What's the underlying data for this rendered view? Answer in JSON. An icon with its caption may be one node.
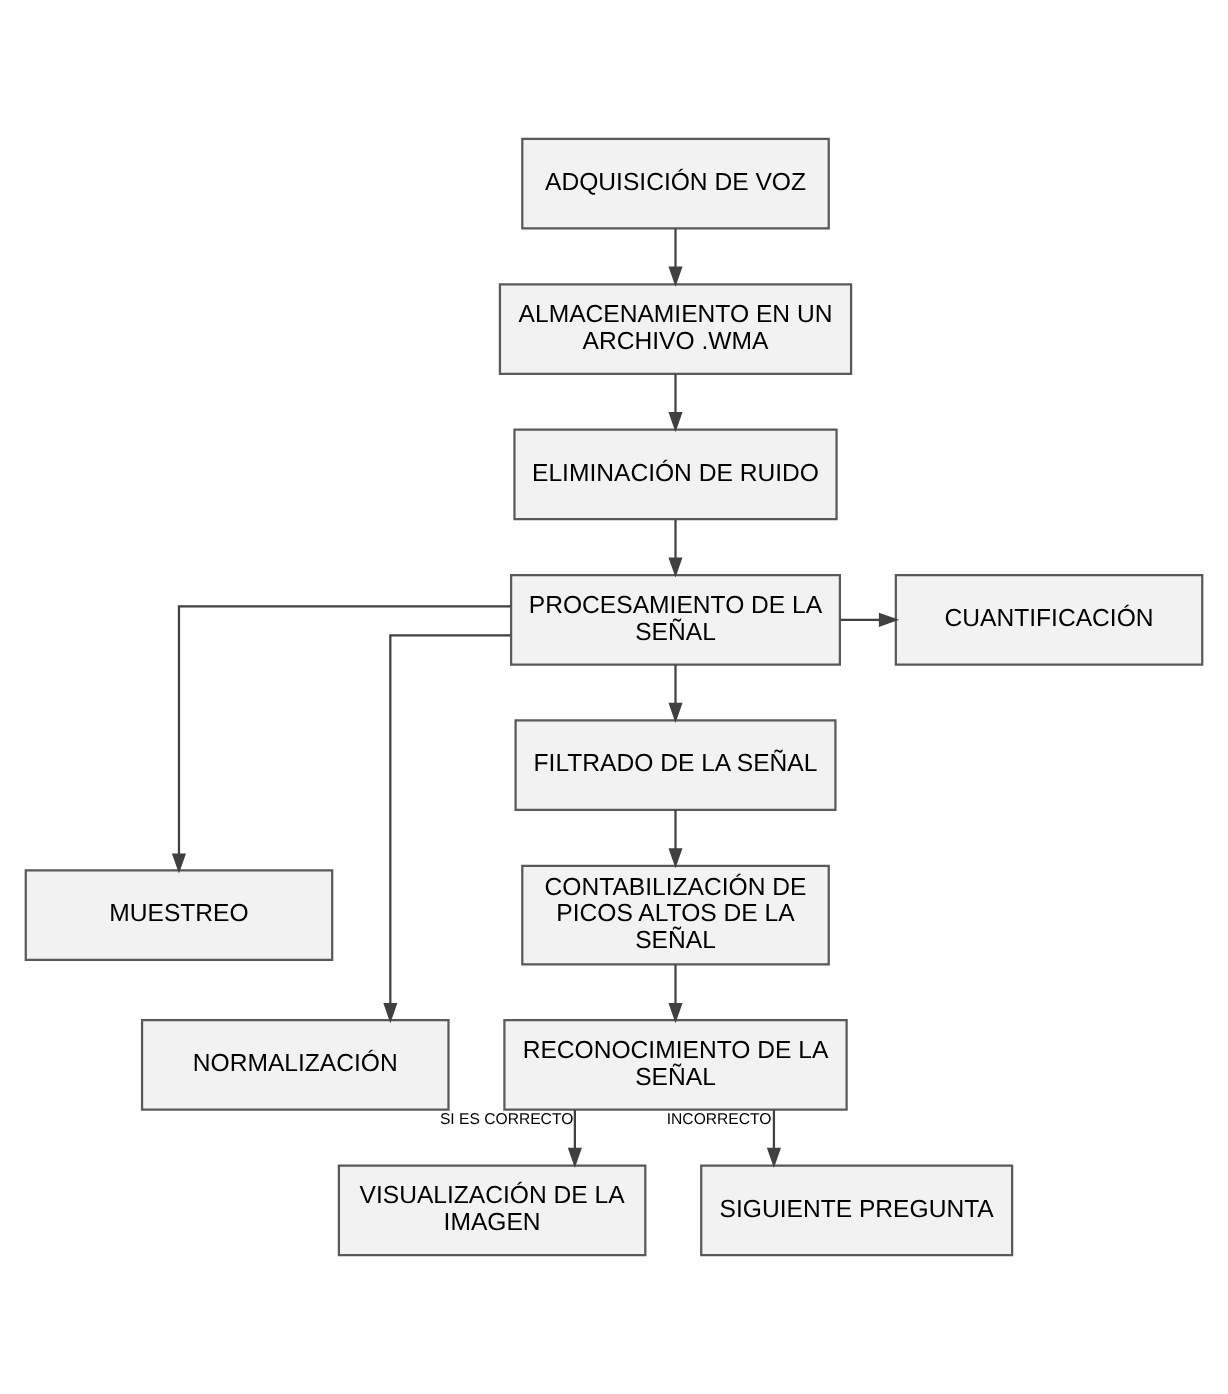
{
  "diagram": {
    "nodes": [
      {
        "text": [
          "ADQUISICIÓN DE VOZ"
        ]
      },
      {
        "text": [
          "ALMACENAMIENTO EN UN ARCHIVO .WMA"
        ]
      },
      {
        "text": [
          "ELIMINACIÓN DE RUIDO"
        ]
      },
      {
        "text": [
          "PROCESAMIENTO DE LA SEÑAL"
        ]
      },
      {
        "text": [
          "MUESTREO"
        ]
      },
      {
        "text": [
          "CUANTIFICACIÓN"
        ]
      },
      {
        "text": [
          "NORMALIZACIÓN"
        ]
      },
      {
        "text": [
          "FILTRADO DE LA SEÑAL"
        ]
      },
      {
        "text": [
          "CONTABILIZACIÓN DE PICOS ALTOS DE LA SEÑAL"
        ]
      },
      {
        "text": [
          "RECONOCIMIENTO DE LA SEÑAL"
        ]
      },
      {
        "text": [
          "VISUALIZACIÓN DE LA IMAGEN"
        ]
      },
      {
        "text": [
          "SIGUIENTE PREGUNTA"
        ]
      }
    ],
    "edges": [
      {
        "from": 0,
        "to": 1,
        "arrow": "to"
      },
      {
        "from": 1,
        "to": 2,
        "arrow": "to"
      },
      {
        "from": 2,
        "to": 3,
        "arrow": "to"
      },
      {
        "from": 3,
        "to": 4,
        "arrow": "to"
      },
      {
        "from": 3,
        "to": 5,
        "arrow": "to"
      },
      {
        "from": 3,
        "to": 6,
        "arrow": "to"
      },
      {
        "from": 3,
        "to": 7,
        "arrow": "to"
      },
      {
        "from": 7,
        "to": 8,
        "arrow": "to"
      },
      {
        "from": 8,
        "to": 9,
        "arrow": "to"
      },
      {
        "from": 9,
        "to": 10,
        "arrow": "to",
        "label": "SI ES CORRECTO"
      },
      {
        "from": 9,
        "to": 11,
        "arrow": "to",
        "label": "INCORRECTO"
      }
    ]
  }
}
